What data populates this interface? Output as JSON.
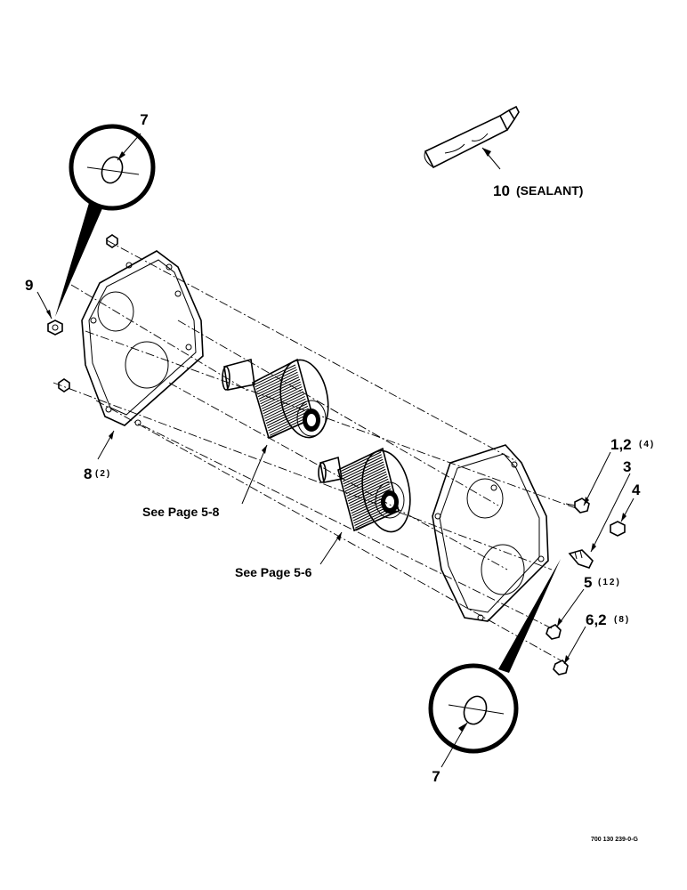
{
  "callouts": {
    "oring_top": "7",
    "oring_bottom": "7",
    "sealant_num": "10",
    "sealant_text": "(SEALANT)",
    "nut": "9",
    "plate": "8",
    "plate_qty": "(2)",
    "bolt_a": "1,2",
    "bolt_a_qty": "(4)",
    "fitting": "3",
    "cap": "4",
    "washer": "5",
    "washer_qty": "(12)",
    "bolt_b": "6,2",
    "bolt_b_qty": "(8)"
  },
  "references": {
    "upper_gear": "See Page 5-8",
    "lower_gear": "See Page 5-6"
  },
  "drawing_code": "700 130 239-0-G"
}
